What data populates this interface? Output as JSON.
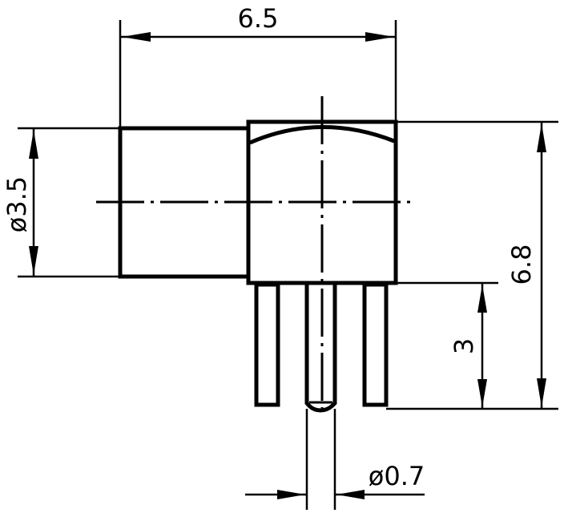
{
  "drawing": {
    "type": "technical-dimension-drawing",
    "subject": "right-angle connector, side view",
    "units": "mm",
    "line_color": "#000000",
    "background": "#ffffff"
  },
  "dimensions": {
    "width_overall": "6.5",
    "body_diameter": "ø3.5",
    "height_overall": "6.8",
    "pin_length": "3",
    "pin_diameter": "ø0.7"
  }
}
